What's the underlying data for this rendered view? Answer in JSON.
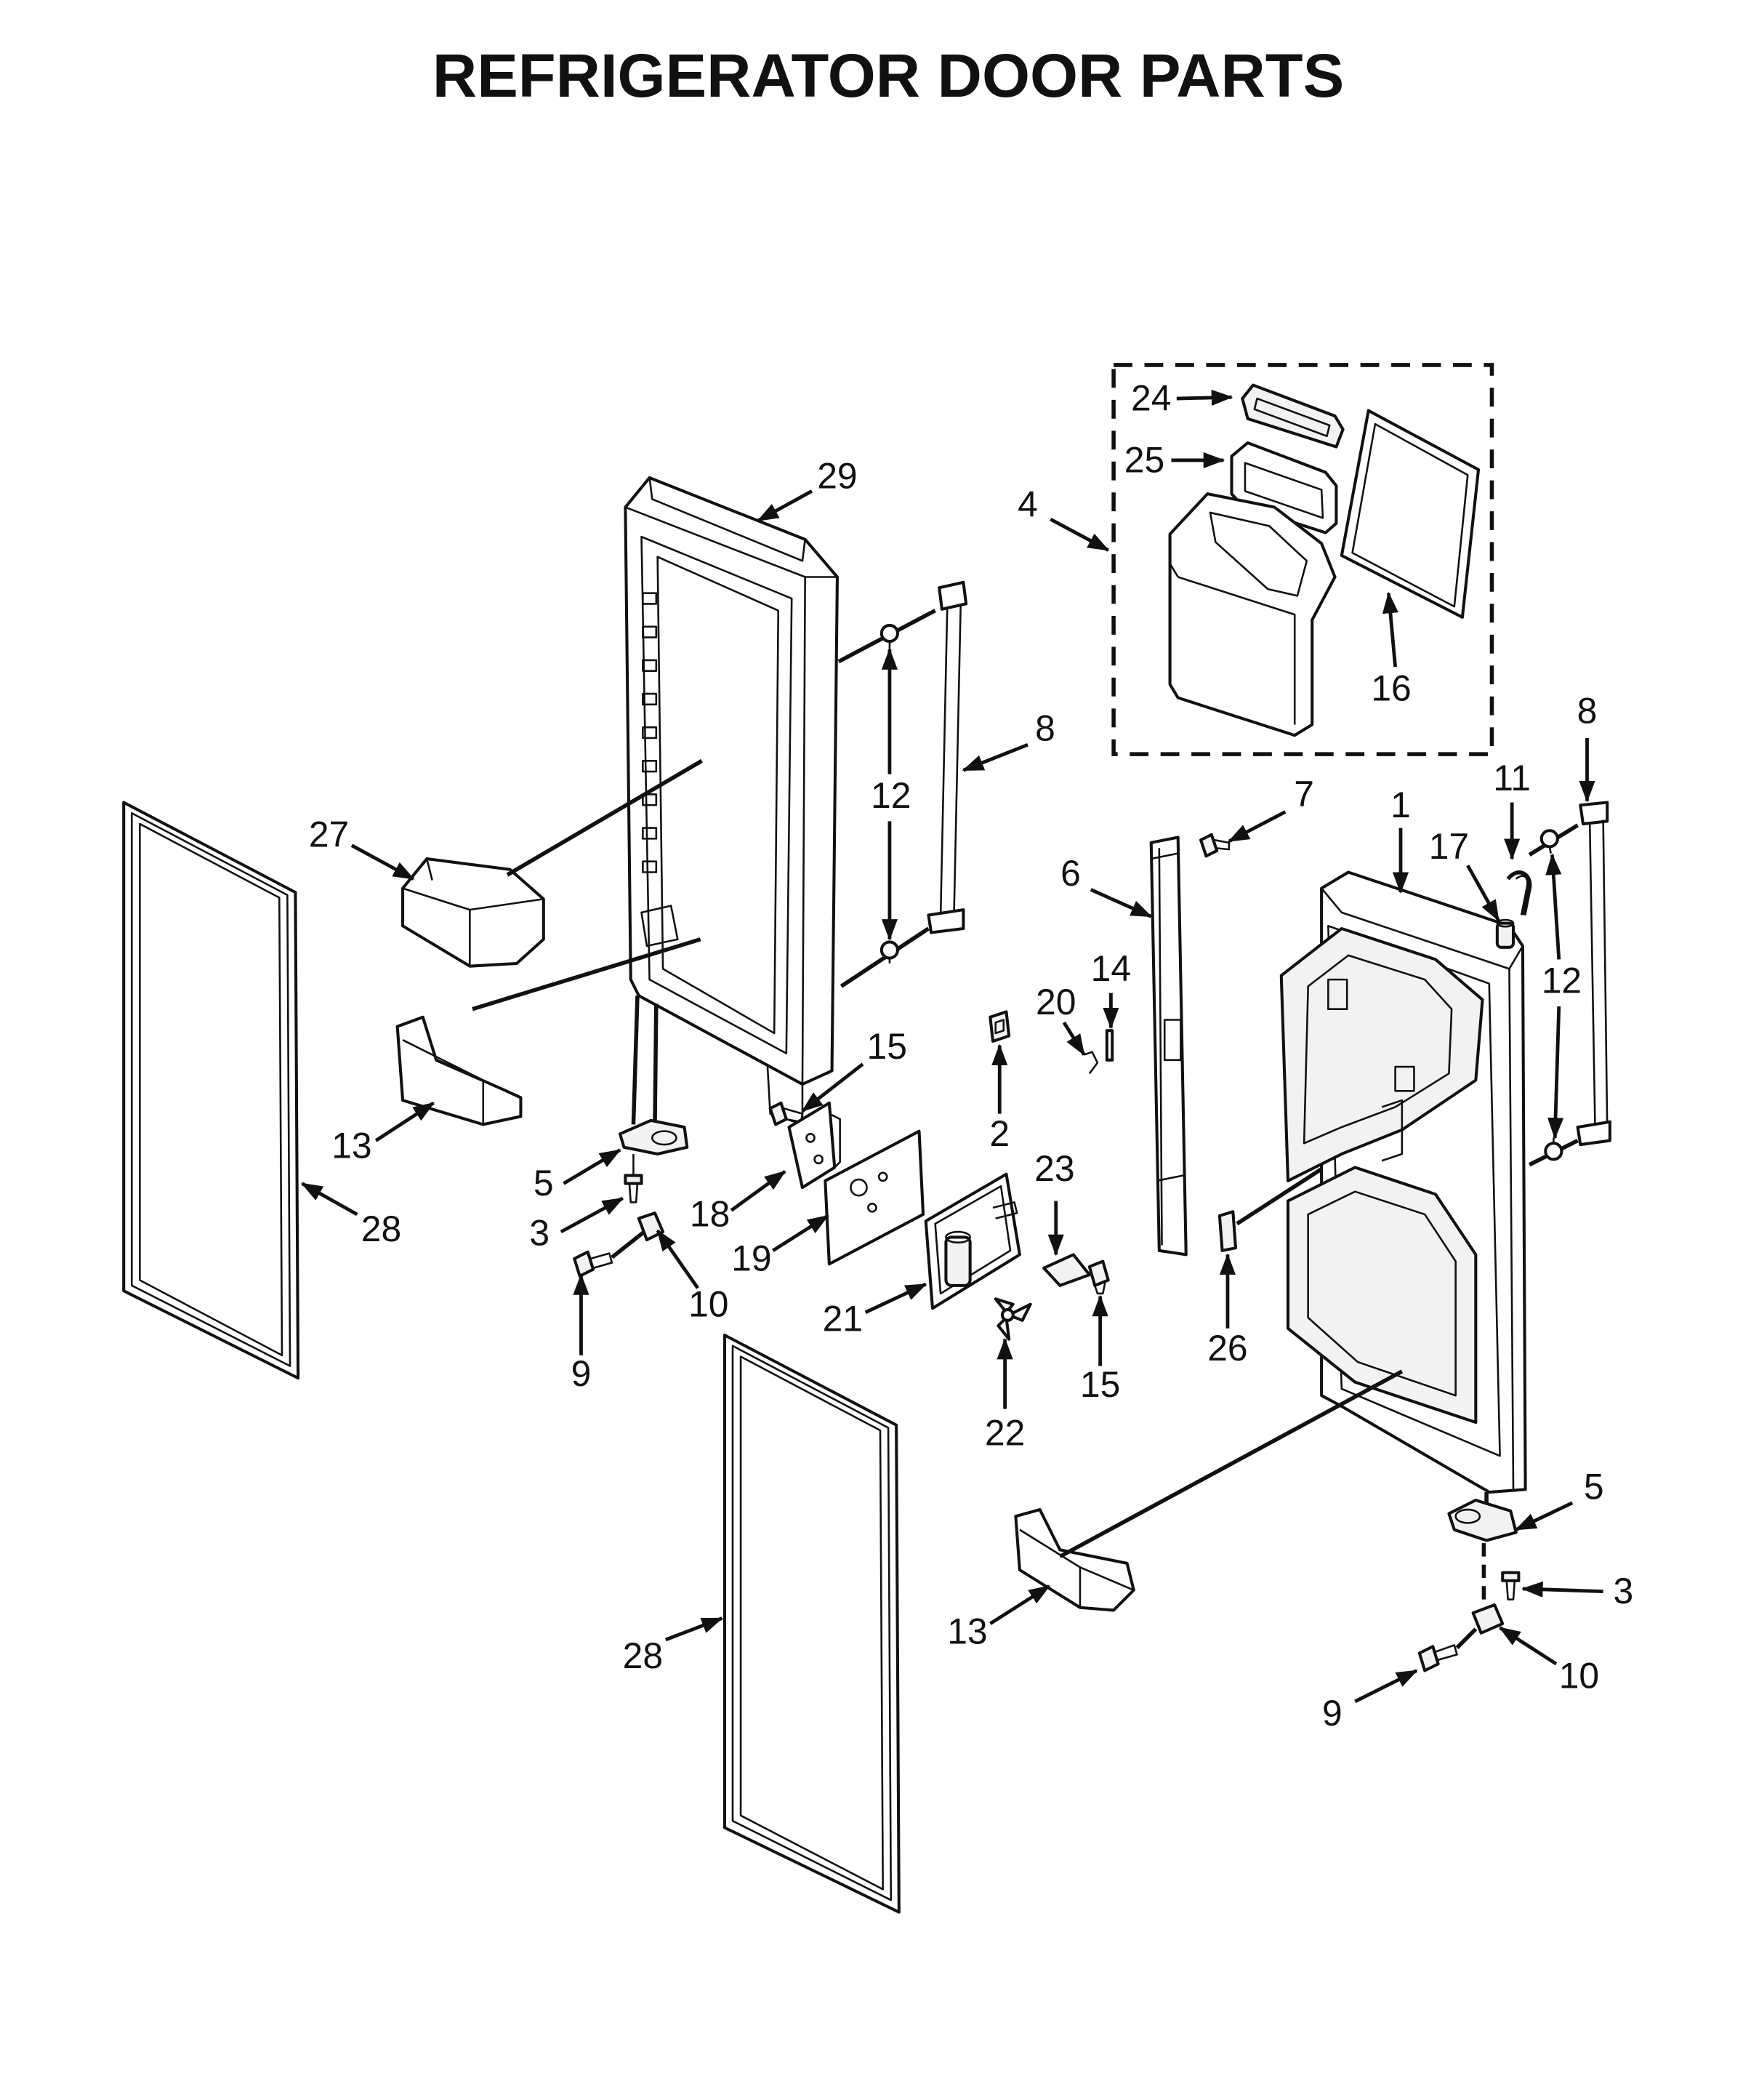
{
  "title": "REFRIGERATOR DOOR PARTS",
  "callouts": [
    "24",
    "25",
    "4",
    "29",
    "16",
    "8",
    "12",
    "27",
    "8",
    "11",
    "7",
    "1",
    "17",
    "6",
    "12",
    "14",
    "20",
    "2",
    "15",
    "13",
    "5",
    "3",
    "28",
    "18",
    "19",
    "10",
    "9",
    "23",
    "21",
    "15",
    "22",
    "26",
    "5",
    "3",
    "13",
    "10",
    "28",
    "9"
  ]
}
